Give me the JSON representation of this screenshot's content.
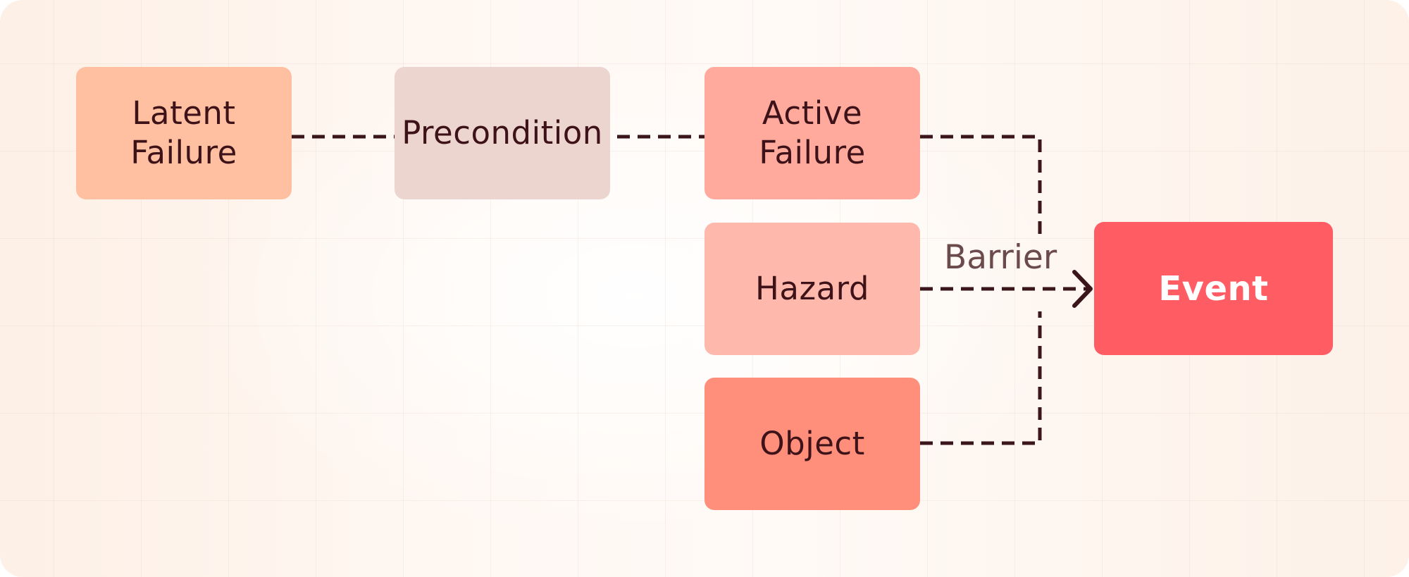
{
  "diagram": {
    "nodes": {
      "latent_failure": "Latent\nFailure",
      "precondition": "Precondition",
      "active_failure": "Active\nFailure",
      "hazard": "Hazard",
      "object": "Object",
      "event": "Event"
    },
    "edge_label": "Barrier",
    "edges": [
      {
        "from": "latent_failure",
        "to": "precondition",
        "style": "dashed"
      },
      {
        "from": "precondition",
        "to": "active_failure",
        "style": "dashed"
      },
      {
        "from": "active_failure",
        "to": "event",
        "style": "dashed"
      },
      {
        "from": "hazard",
        "to": "event",
        "style": "dashed",
        "arrow": true
      },
      {
        "from": "object",
        "to": "event",
        "style": "dashed"
      }
    ],
    "colors": {
      "latent_failure": "#ffc0a2",
      "precondition": "#edd5cf",
      "active_failure": "#ffaa9c",
      "hazard": "#ffb8ac",
      "object": "#ff8f7b",
      "event": "#ff5c64",
      "connector": "#3a1519"
    }
  }
}
